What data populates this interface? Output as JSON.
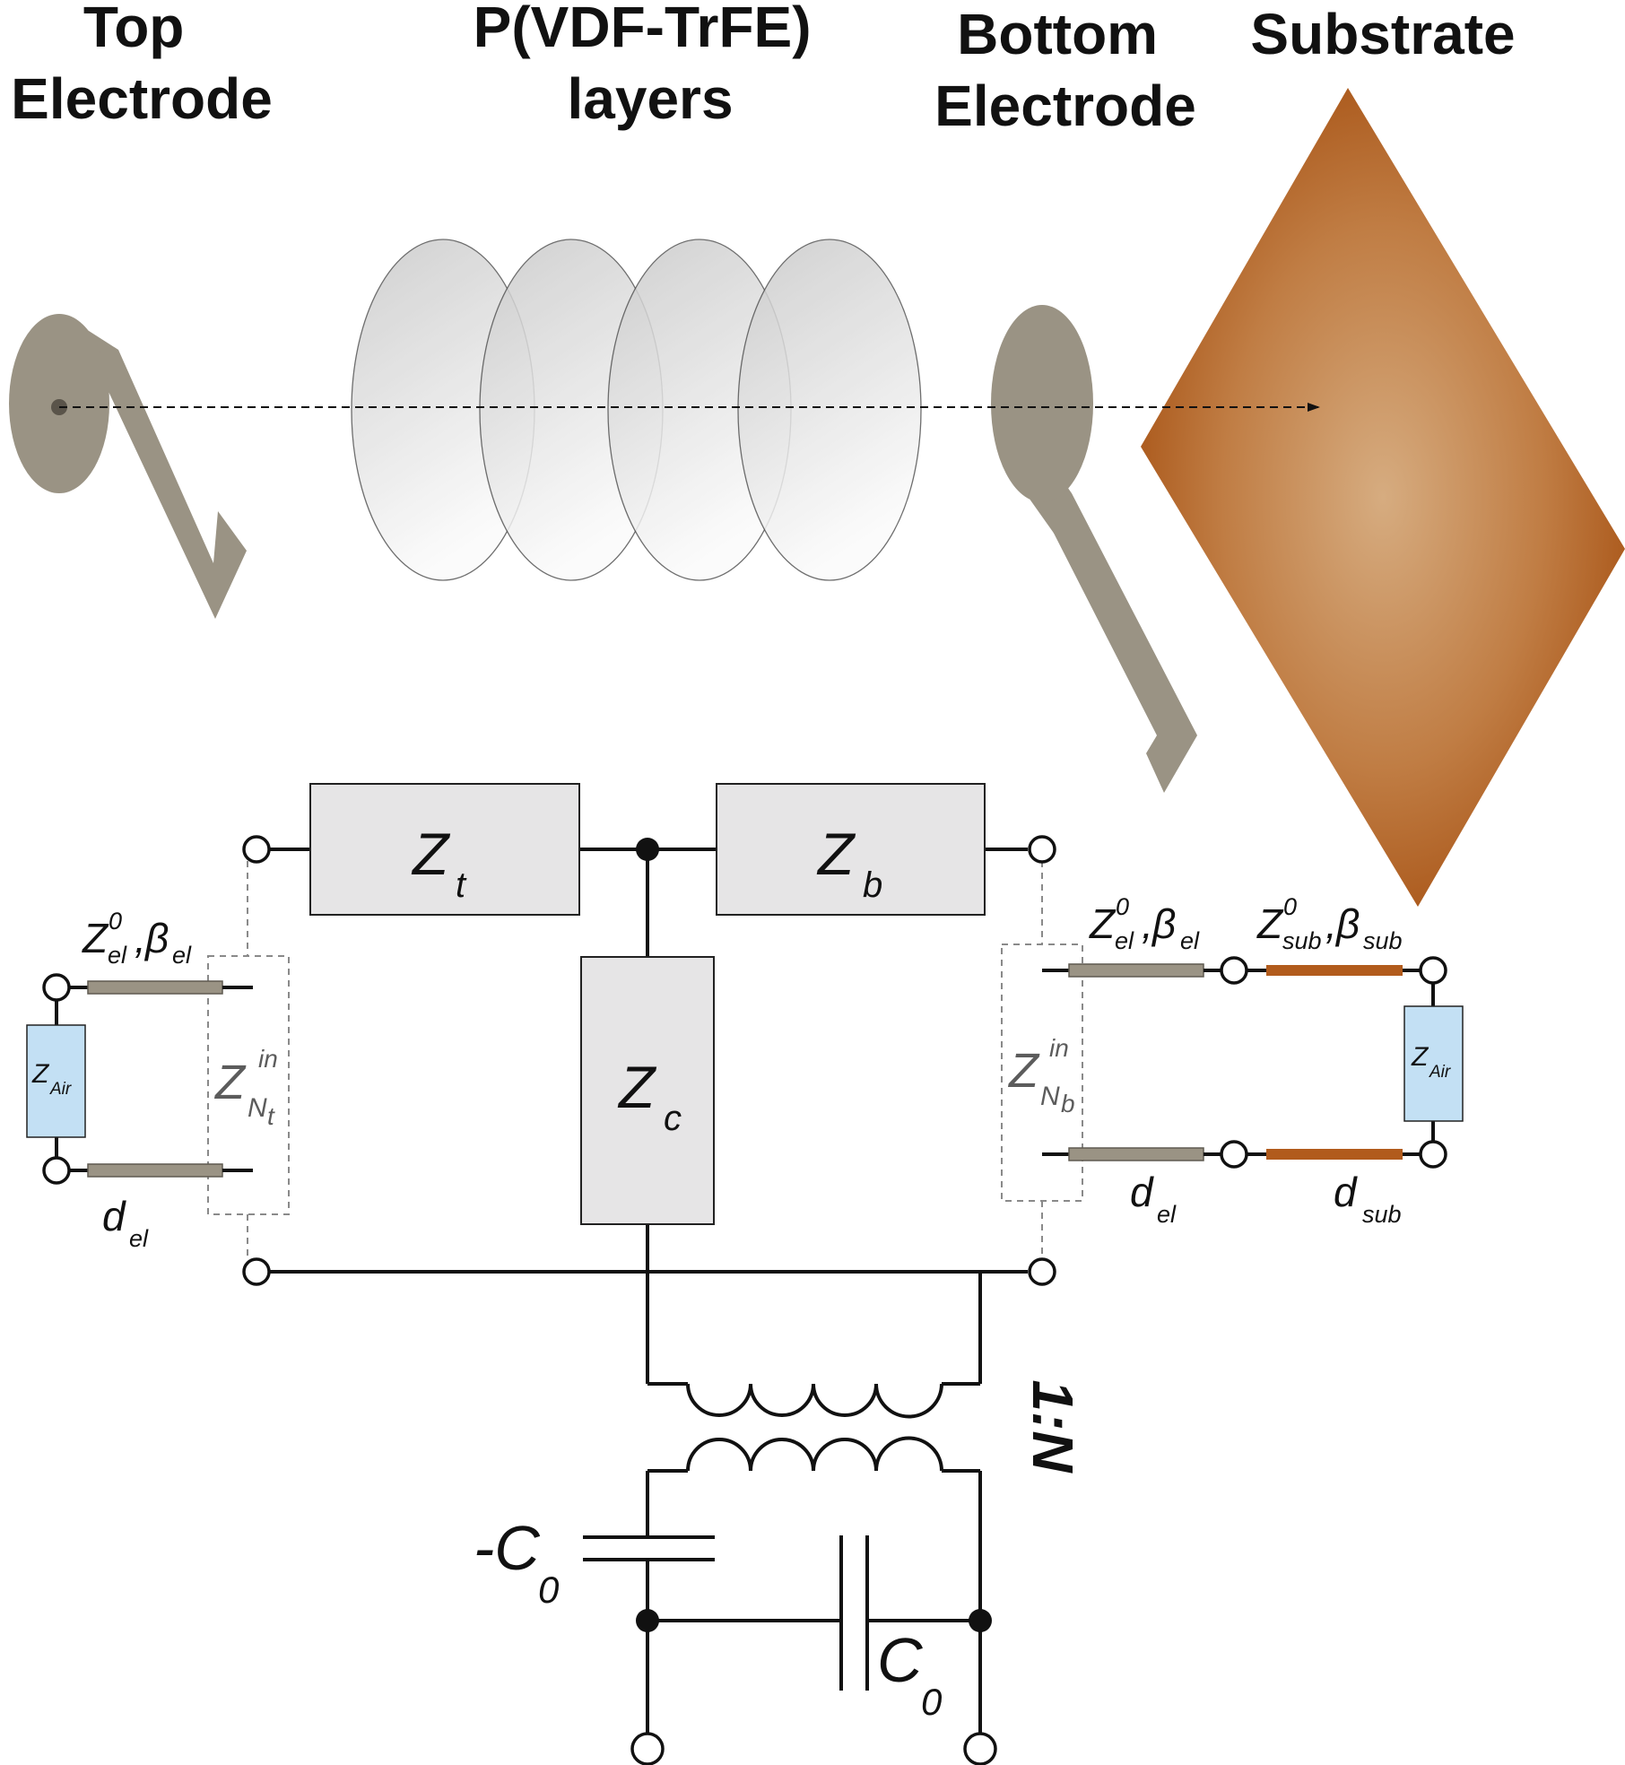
{
  "headers": {
    "top_electrode": [
      "Top",
      "Electrode"
    ],
    "layers": [
      "P(VDF-TrFE)",
      "layers"
    ],
    "bottom_electrode": [
      "Bottom",
      "Electrode"
    ],
    "substrate": "Substrate"
  },
  "colors": {
    "electrode": "#9a9384",
    "substrate": "#b15b1c",
    "z_air_box": "#c3e0f4",
    "impedance_box": "#e6e5e6"
  },
  "circuit": {
    "zt": {
      "main": "Z",
      "sub": "t"
    },
    "zb": {
      "main": "Z",
      "sub": "b"
    },
    "zc": {
      "main": "Z",
      "sub": "c"
    },
    "top_line": {
      "main": "Z",
      "sup": "0",
      "sub": "el",
      "comma": ",",
      "beta": "β",
      "beta_sub": "el",
      "length": "d",
      "length_sub": "el"
    },
    "bottom_el_line": {
      "main": "Z",
      "sup": "0",
      "sub": "el",
      "comma": ",",
      "beta": "β",
      "beta_sub": "el",
      "length": "d",
      "length_sub": "el"
    },
    "sub_line": {
      "main": "Z",
      "sup": "0",
      "sub": "sub",
      "comma": ",",
      "beta": "β",
      "beta_sub": "sub",
      "length": "d",
      "length_sub": "sub"
    },
    "z_air_left": {
      "main": "Z",
      "sub": "Air"
    },
    "z_air_right": {
      "main": "Z",
      "sub": "Air"
    },
    "zin_top": {
      "main": "Z",
      "sup": "in",
      "sub": "N",
      "subsub": "t"
    },
    "zin_bottom": {
      "main": "Z",
      "sup": "in",
      "sub": "N",
      "subsub": "b"
    },
    "transformer_ratio": "1:N",
    "neg_c0": {
      "main": "-C",
      "sub": "0"
    },
    "c0": {
      "main": "C",
      "sub": "0"
    }
  }
}
